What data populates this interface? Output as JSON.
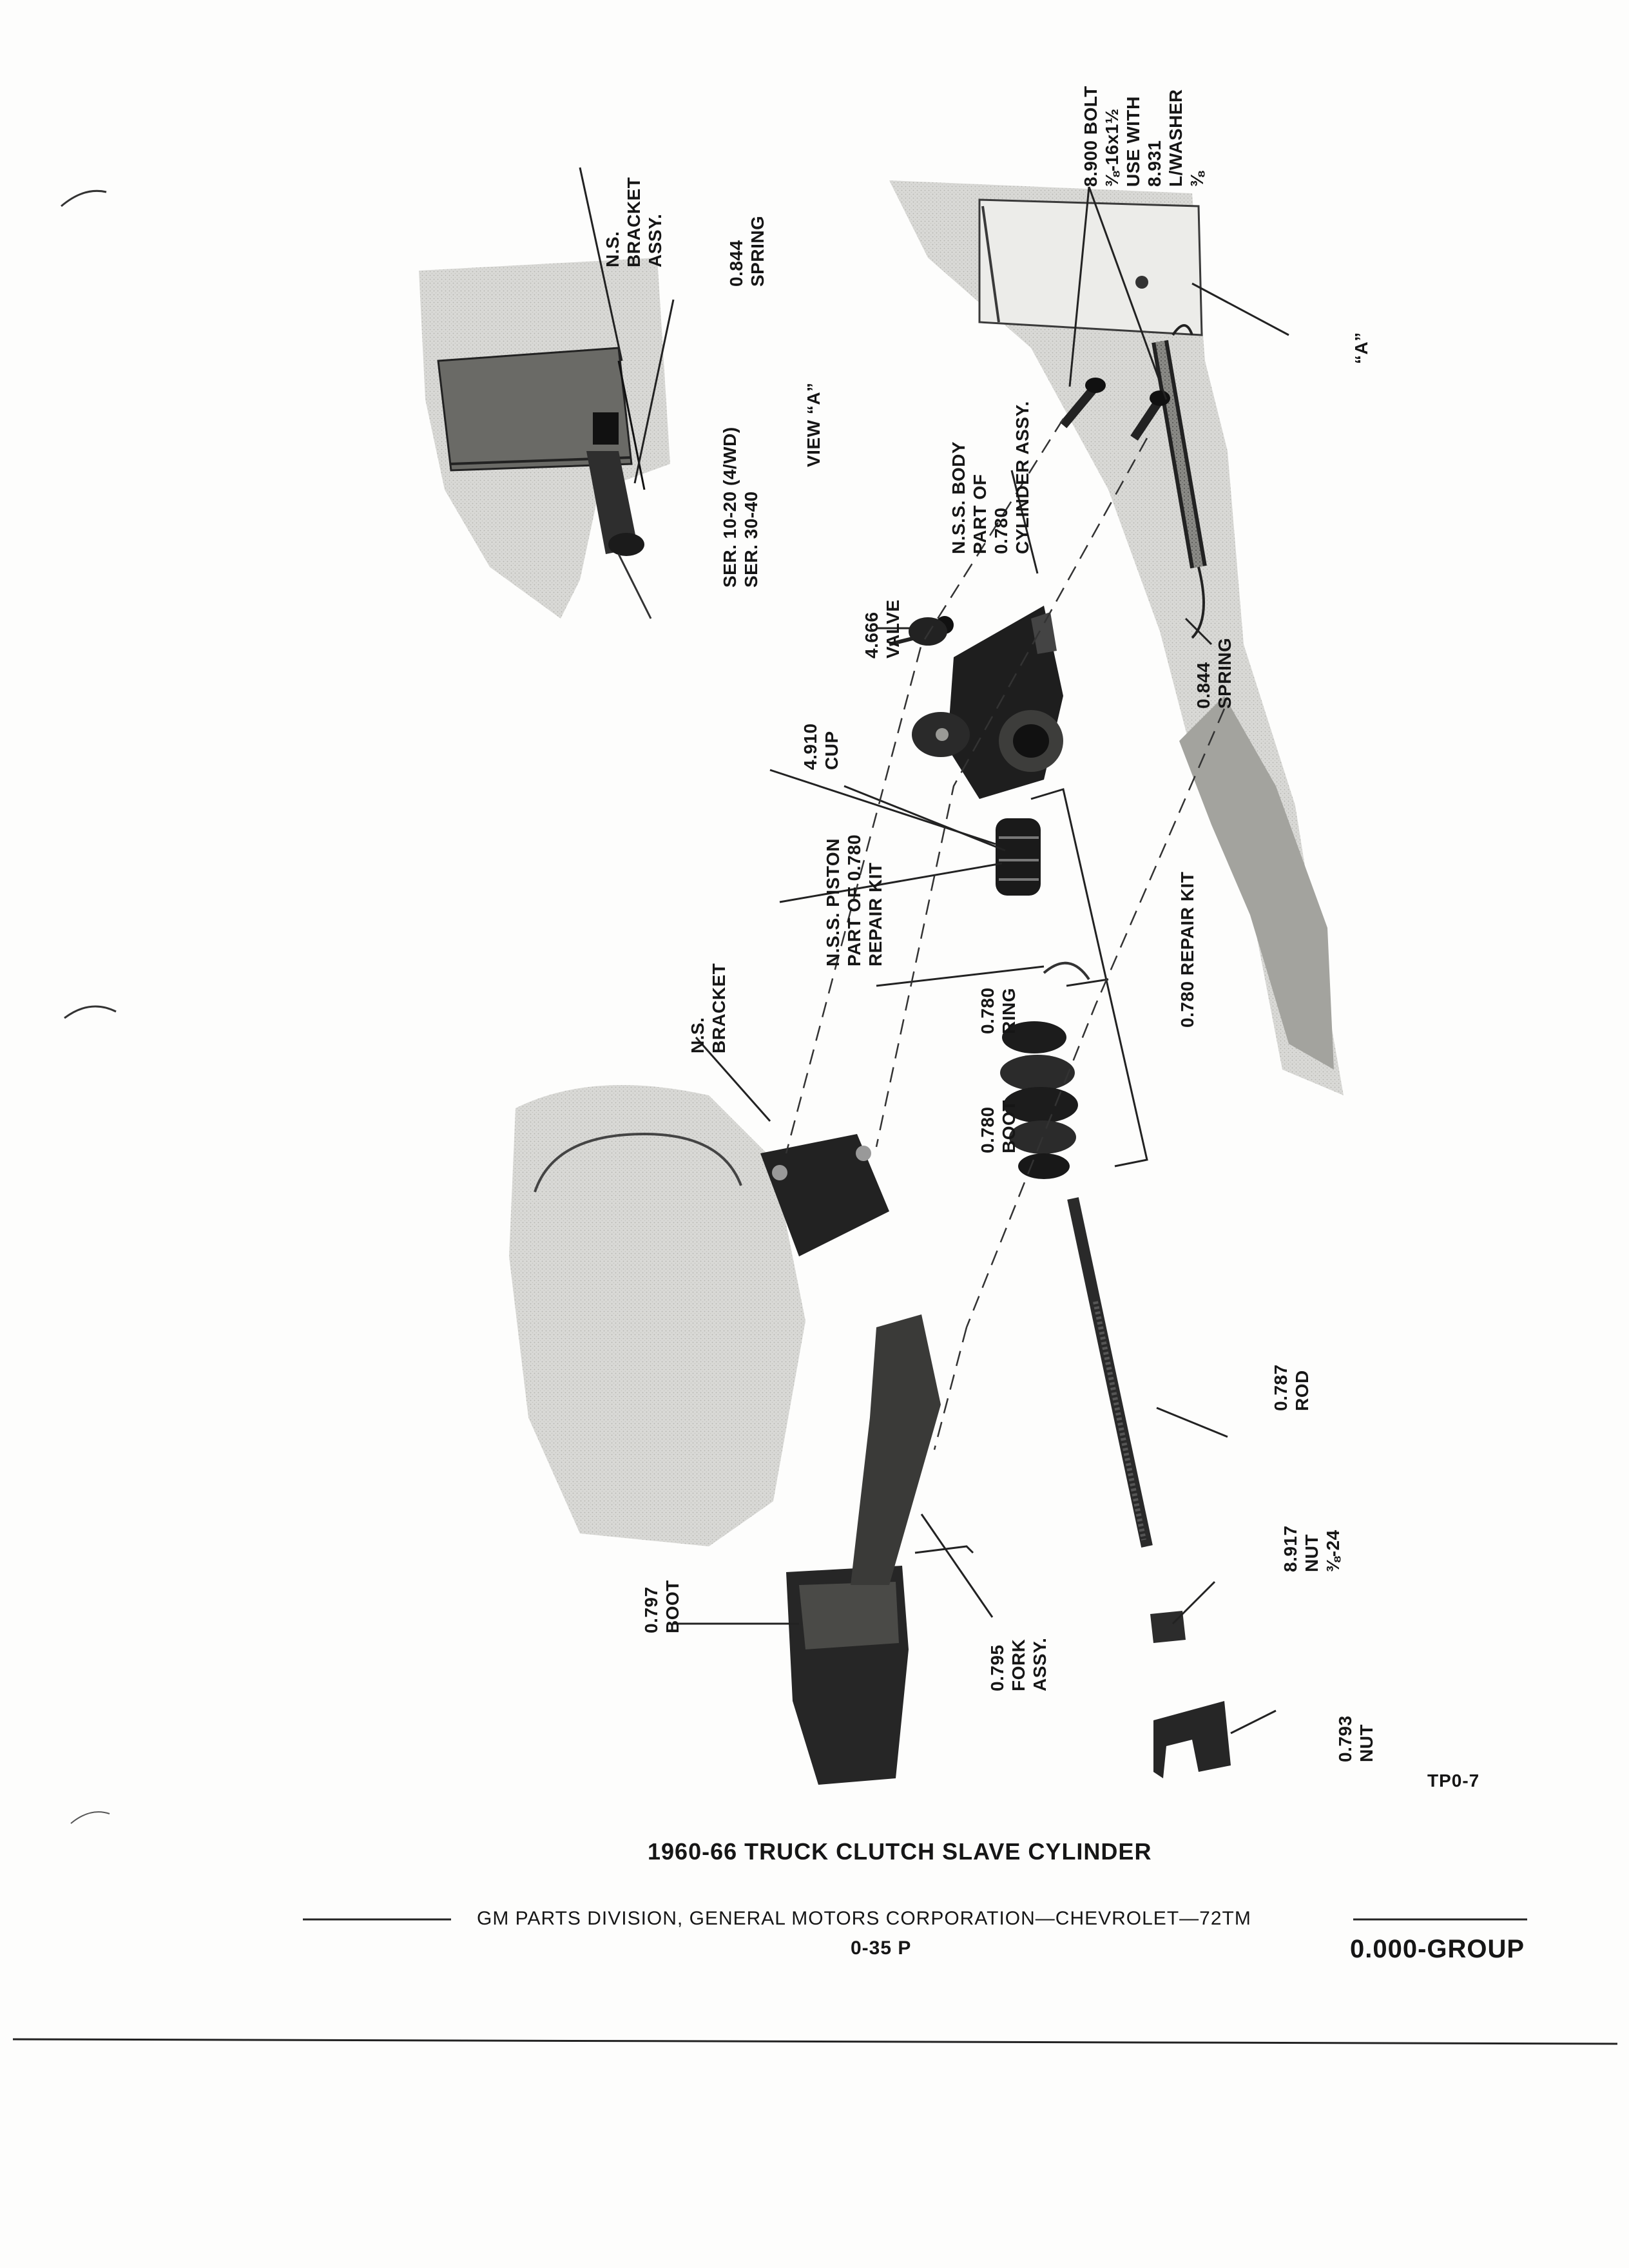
{
  "view_a": {
    "bracket": [
      "N.S.",
      "BRACKET",
      "ASSY."
    ],
    "spring": [
      "0.844",
      "SPRING"
    ],
    "series": [
      "SER. 10-20 (4/WD)",
      "SER. 30-40"
    ],
    "title": "VIEW “A”"
  },
  "labels": {
    "bolt": [
      "8.900 BOLT",
      "⅜-16x1½",
      "USE WITH",
      "8.931",
      "L/WASHER",
      "⅜"
    ],
    "body": [
      "N.S.S. BODY",
      "PART OF",
      "0.780",
      "CYLINDER ASSY."
    ],
    "view_ref": "“A”",
    "valve": [
      "4.666",
      "VALVE"
    ],
    "spring_main": [
      "0.844",
      "SPRING"
    ],
    "cup": [
      "4.910",
      "CUP"
    ],
    "piston": [
      "N.S.S. PISTON",
      "PART OF 0.780",
      "REPAIR KIT"
    ],
    "repair_kit": "0.780 REPAIR KIT",
    "ring": [
      "0.780",
      "RING"
    ],
    "ns_bracket": [
      "N.S.",
      "BRACKET"
    ],
    "boot_780": [
      "0.780",
      "BOOT"
    ],
    "rod": [
      "0.787",
      "ROD"
    ],
    "nut_917": [
      "8.917",
      "NUT",
      "⅜-24"
    ],
    "boot_797": [
      "0.797",
      "BOOT"
    ],
    "fork": [
      "0.795",
      "FORK",
      "ASSY."
    ],
    "nut_793": [
      "0.793",
      "NUT"
    ]
  },
  "figure_id": "TP0-7",
  "caption": "1960-66 TRUCK CLUTCH SLAVE CYLINDER",
  "footer": {
    "division": "GM PARTS DIVISION, GENERAL MOTORS CORPORATION—CHEVROLET—72TM",
    "page": "0-35 P",
    "group": "0.000-GROUP"
  }
}
